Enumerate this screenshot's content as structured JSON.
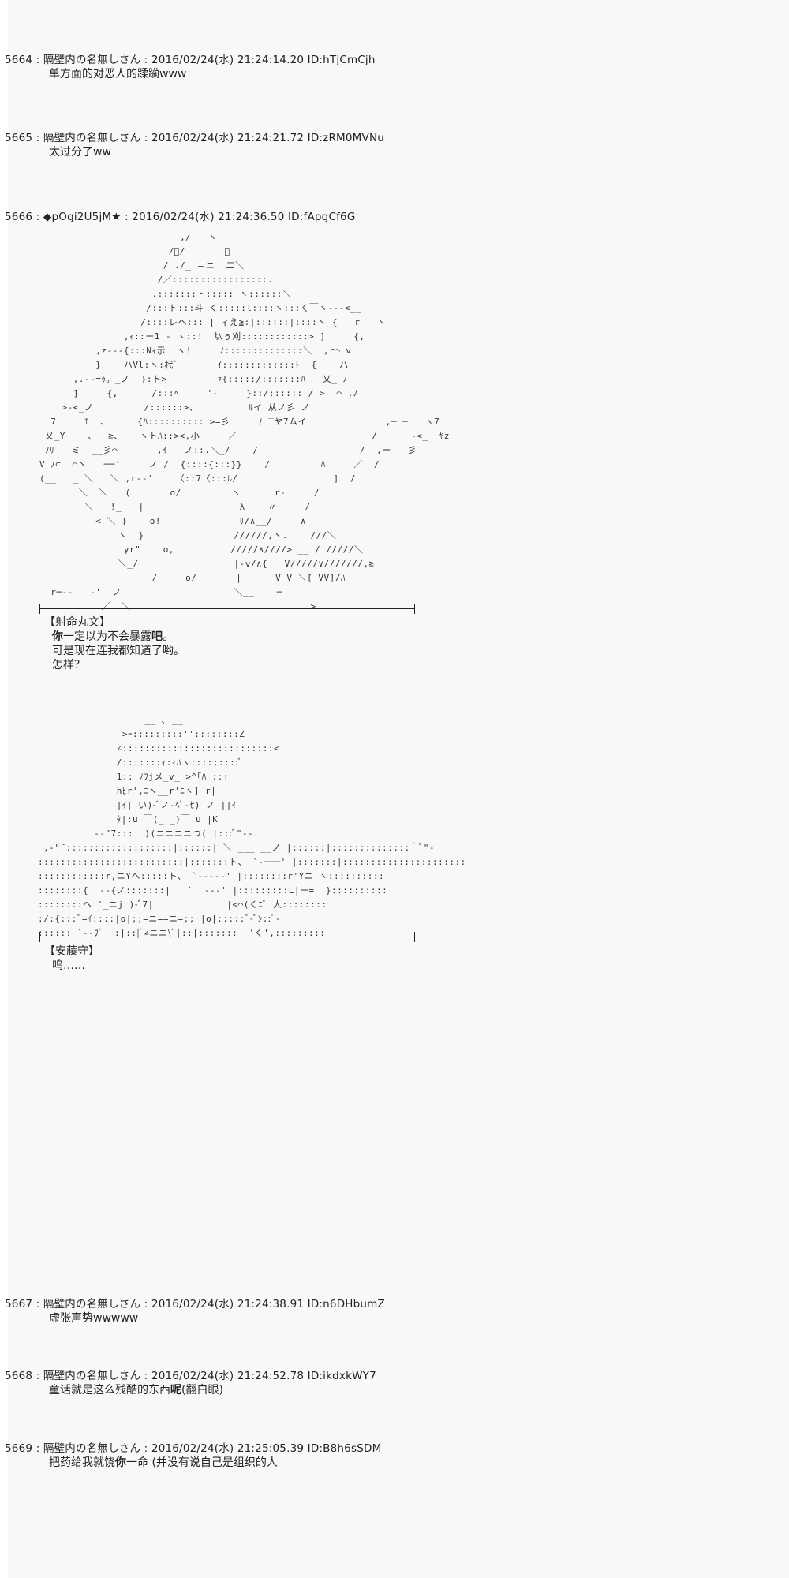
{
  "posts": [
    {
      "header": "5664 : 隔壁内の名無しさん : 2016/02/24(水) 21:24:14.20 ID:hTjCmCjh",
      "body": "单方面的对恶人的蹂躏www"
    },
    {
      "header": "5665 : 隔壁内の名無しさん : 2016/02/24(水) 21:24:21.72 ID:zRM0MVNu",
      "body": "太过分了ww"
    },
    {
      "header": "5666 : ◆pOgi2U5jM★ : 2016/02/24(水) 21:24:36.50 ID:fApgCf6G"
    },
    {
      "header": "5667 : 隔壁内の名無しさん : 2016/02/24(水) 21:24:38.91 ID:n6DHbumZ",
      "body": "虚张声势wwwww"
    },
    {
      "header": "5668 : 隔壁内の名無しさん : 2016/02/24(水) 21:24:52.78 ID:ikdxkWY7",
      "body_a": "童话就是这么残酷的东西",
      "body_b": "呢",
      "body_c": "(翻白眼)"
    },
    {
      "header": "5669 : 隔壁内の名無しさん : 2016/02/24(水) 21:25:05.39 ID:B8h6sSDM",
      "body_a": "把药给我就饶",
      "body_b": "你",
      "body_c": "一命 (并没有说自己是组织的人"
    }
  ],
  "scene1": {
    "art": "                         ,/   ヽ\n                       /ﾞ/       ＼\n                      / ./_ ＝ニ  二＼\n                     /／:::::::::::::::::.\n                    .:::::::ト::::: ヽ::::::＼\n                   /:::ト:::斗 く:::::l::::ヽ:::く￣ヽ---<__\n                  /::::レヘ::: | ィえ≧:|::::::|::::ヽ {  _r   ヽ\n               ,ｨ::ー1 - ヽ::!  圦ぅ刈::::::::::::> ]     {,\n          ,z---{:::Nｨ示  ヽ!     ﾉ::::::::::::::＼  ,r⌒ v\n          }    ハVl:ヽ:杙ﾞ       ｲ:::::::::::::ﾄ  {    ハ\n      ,.-‐=ｩ。_ノ  }:ト>         ｧ{:::::/:::::::ﾊ   乂_ ﾉ\n      ]     {,      /:::ﾍ     '-     }::/:::::: / >  ⌒ ,ﾉ\n    >-<_ノ         /::::::>、         ﾙイ 从ノ彡 ノ\n  7     ｴ  、     {ﾊ:::::::::: >=彡     ﾉ ‾ヤ7ムイ              ,─ ─   ヽ7\n 乂_Y    、  ≧、   ヽトﾊ:;><,小     ／                        /      -<_  ﾔz\n ﾉﾘ   ミ  __彡⌒       ,ｲ   ノ::.＼_/    /                  /  ,ー   彡\nV ﾉ⊂  ⌒ヽ   ──'     ノ /  {::::{:::}}    /         ﾊ     ／  /\n(__   _ ＼   ＼ ,r‐‐'    〈::7〈:::ﾙ/                 ]  /\n       ＼  ＼   (       o/         ヽ      r-     /\n        ＼   !_   |                 λ    〃     /\n          < ＼ }    o!              ﾘ/∧__/     ∧\n              ヽ  }                //////,ヽ.    ///＼\n               yr\"    o,          /////∧////> __ / /////＼\n              ＼_/                 |-v/∧{   V/////∨///////,≧\n                    /     o/       |      V V ＼[ VV]/ﾊ\n  r─‐-   -'  ノ                    ＼__    ─\n           ／  ＼                                >",
    "speaker": "【射命丸文】",
    "lines": [
      {
        "a": "你",
        "b": "一定以为不会暴露",
        "c": "吧",
        "d": "。"
      }
    ],
    "line2": "可是现在连我都知道了哟。",
    "line3": "怎样？"
  },
  "scene2": {
    "art": "                   __ ､ __\n               >ｰ:::::::::''::::::::Z_\n              ∠:::::::::::::::::::::::::::<\n              /:::::::ｨ:ｨﾊヽ::::;::::ﾞ\n              1:: ﾉﾌjメ_v_ >^｢ﾊ ::↑\n              hﾋr',ﾆヽ__r'ﾆヽ] r|\n              |ｲ| い)-ﾞノ-ﾍﾟ-ｾ) ノ ||ｲ\n              ﾀ|:u ￣(_ _)￣ u |K\n          --\"7:::| )(ニニニニつ( |:::ﾞ\"--.\n ,-\"¨:::::::::::::::::::|::::::| ＼ ___ __ノ |::::::|::::::::::::::｀ﾞ\"-\n::::::::::::::::::::::::::|:::::::ト、 `-───' |:::::::|::::::::::::::::::::::\n::::::::::::r,ニYヘ:::::ト、 `-----' |::::::::r'Yニ ヽ::::::::::\n::::::::{  -‐{ノ:::::::|   `  --‐' |:::::::::L|ー=  }::::::::::\n::::::::ヘ '_ニj )-ﾞ7|             |<⌒(くﾆﾞ 人::::::::\n:/:{:::ﾞ=ｲ::::|o|;;=ニ==ニ=;; |o|:::::ﾞ-ﾞﾝ::ﾞ-\n:::::: `--ﾌﾞ  :|::|ﾞ∠ニニ\\ﾞ|::|:::::::  'く',:::::::::",
    "speaker": "【安藤守】",
    "line": "呜……"
  }
}
